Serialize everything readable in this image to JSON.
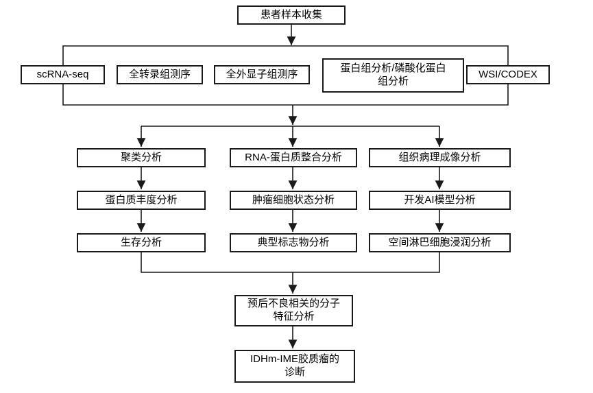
{
  "diagram": {
    "type": "flowchart",
    "colors": {
      "background": "#ffffff",
      "box_border": "#1a1a1a",
      "line": "#1a1a1a",
      "text": "#000000"
    },
    "nodes": {
      "patient": {
        "label": "患者样本收集"
      },
      "scrna_seq": {
        "label": "scRNA-seq"
      },
      "wts": {
        "label": "全转录组测序"
      },
      "wes": {
        "label": "全外显子组测序"
      },
      "proteomics": {
        "label": [
          "蛋白组分析/磷酸化蛋白",
          "组分析"
        ]
      },
      "wsi_codex": {
        "label": "WSI/CODEX"
      },
      "clustering": {
        "label": "聚类分析"
      },
      "rna_protein": {
        "label": "RNA-蛋白质整合分析"
      },
      "histo_imaging": {
        "label": "组织病理成像分析"
      },
      "protein_abundance": {
        "label": "蛋白质丰度分析"
      },
      "tumor_cell_state": {
        "label": "肿瘤细胞状态分析"
      },
      "ai_model": {
        "label": "开发AI模型分析"
      },
      "survival": {
        "label": "生存分析"
      },
      "canonical_markers": {
        "label": "典型标志物分析"
      },
      "spatial_lymphocyte": {
        "label": "空间淋巴细胞浸润分析"
      },
      "prognosis_features": {
        "label": [
          "预后不良相关的分子",
          "特征分析"
        ]
      },
      "diagnosis": {
        "label": [
          "IDHm-IME胶质瘤的",
          "诊断"
        ]
      }
    },
    "edges": [
      {
        "from": "patient",
        "to": "scrna_seq"
      },
      {
        "from": "patient",
        "to": "wts"
      },
      {
        "from": "patient",
        "to": "wes"
      },
      {
        "from": "patient",
        "to": "proteomics"
      },
      {
        "from": "patient",
        "to": "wsi_codex"
      },
      {
        "from": "omics_row",
        "to": "clustering"
      },
      {
        "from": "omics_row",
        "to": "rna_protein"
      },
      {
        "from": "omics_row",
        "to": "histo_imaging"
      },
      {
        "from": "clustering",
        "to": "protein_abundance"
      },
      {
        "from": "protein_abundance",
        "to": "survival"
      },
      {
        "from": "rna_protein",
        "to": "tumor_cell_state"
      },
      {
        "from": "tumor_cell_state",
        "to": "canonical_markers"
      },
      {
        "from": "histo_imaging",
        "to": "ai_model"
      },
      {
        "from": "ai_model",
        "to": "spatial_lymphocyte"
      },
      {
        "from": "survival",
        "to": "prognosis_features"
      },
      {
        "from": "canonical_markers",
        "to": "prognosis_features"
      },
      {
        "from": "spatial_lymphocyte",
        "to": "prognosis_features"
      },
      {
        "from": "prognosis_features",
        "to": "diagnosis"
      }
    ]
  }
}
